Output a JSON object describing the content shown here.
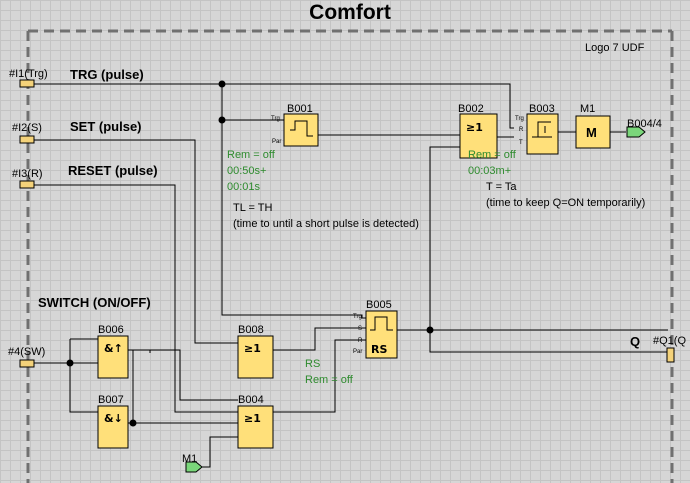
{
  "title": "Comfort",
  "udf_label": "Logo 7 UDF",
  "inputs": {
    "i1": "#I1(Trg)",
    "i2": "#I2(S)",
    "i3": "#I3(R)",
    "i4": "#4(SW)"
  },
  "signal_labels": {
    "trg": "TRG (pulse)",
    "set": "SET (pulse)",
    "reset": "RESET (pulse)",
    "switch": "SWITCH (ON/OFF)"
  },
  "blocks": {
    "b001": "B001",
    "b002": "B002",
    "b003": "B003",
    "m1": "M1",
    "b004_ref": "B004/4",
    "b005": "B005",
    "b006": "B006",
    "b007": "B007",
    "b008": "B008",
    "b004": "B004",
    "m1_ref": "M1"
  },
  "symbols": {
    "or": "≥1",
    "and_rise": "&↑",
    "and_fall": "&↓",
    "rs": "RS",
    "m": "M"
  },
  "pins": {
    "trg": "Trg",
    "par": "Par",
    "r": "R",
    "t": "T",
    "s": "S"
  },
  "params": {
    "b001_rem": "Rem = off",
    "b001_t1": "00:50s+",
    "b001_t2": "00:01s",
    "b002_rem": "Rem = off",
    "b002_t": "00:03m+",
    "b005_rs": "RS",
    "b005_rem": "Rem = off"
  },
  "notes": {
    "tl": "TL = TH",
    "tl_desc": "(time to until a short pulse is detected)",
    "t": "T = Ta",
    "t_desc": "(time to keep Q=ON temporarily)"
  },
  "output": {
    "q": "Q",
    "q1": "#Q1(Q"
  },
  "colors": {
    "block": "#ffe07a",
    "param_text": "#2e8b2e",
    "connector": "#7ad67a",
    "terminal": "#f4d27a"
  }
}
